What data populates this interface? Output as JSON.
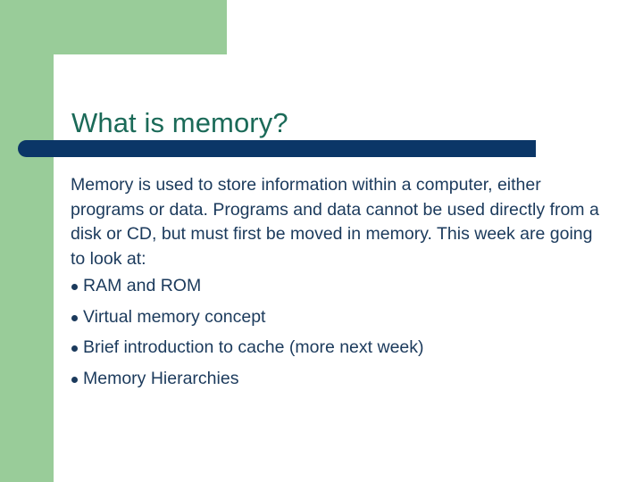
{
  "slide": {
    "title": "What is memory?",
    "body_paragraph": "Memory is used to store information within a computer, either programs or data. Programs and data cannot be used directly from a disk or CD, but must first be moved in memory. This week are going to look at:",
    "bullets": [
      {
        "label": "RAM and ROM"
      },
      {
        "label": "Virtual memory concept"
      },
      {
        "label": "Brief introduction to cache (more next week)"
      },
      {
        "label": "Memory Hierarchies"
      }
    ],
    "colors": {
      "accent_green": "#99cc99",
      "title_teal": "#1b6a58",
      "rule_navy": "#0b3667",
      "body_navy": "#1b3a5c",
      "background": "#ffffff"
    }
  }
}
